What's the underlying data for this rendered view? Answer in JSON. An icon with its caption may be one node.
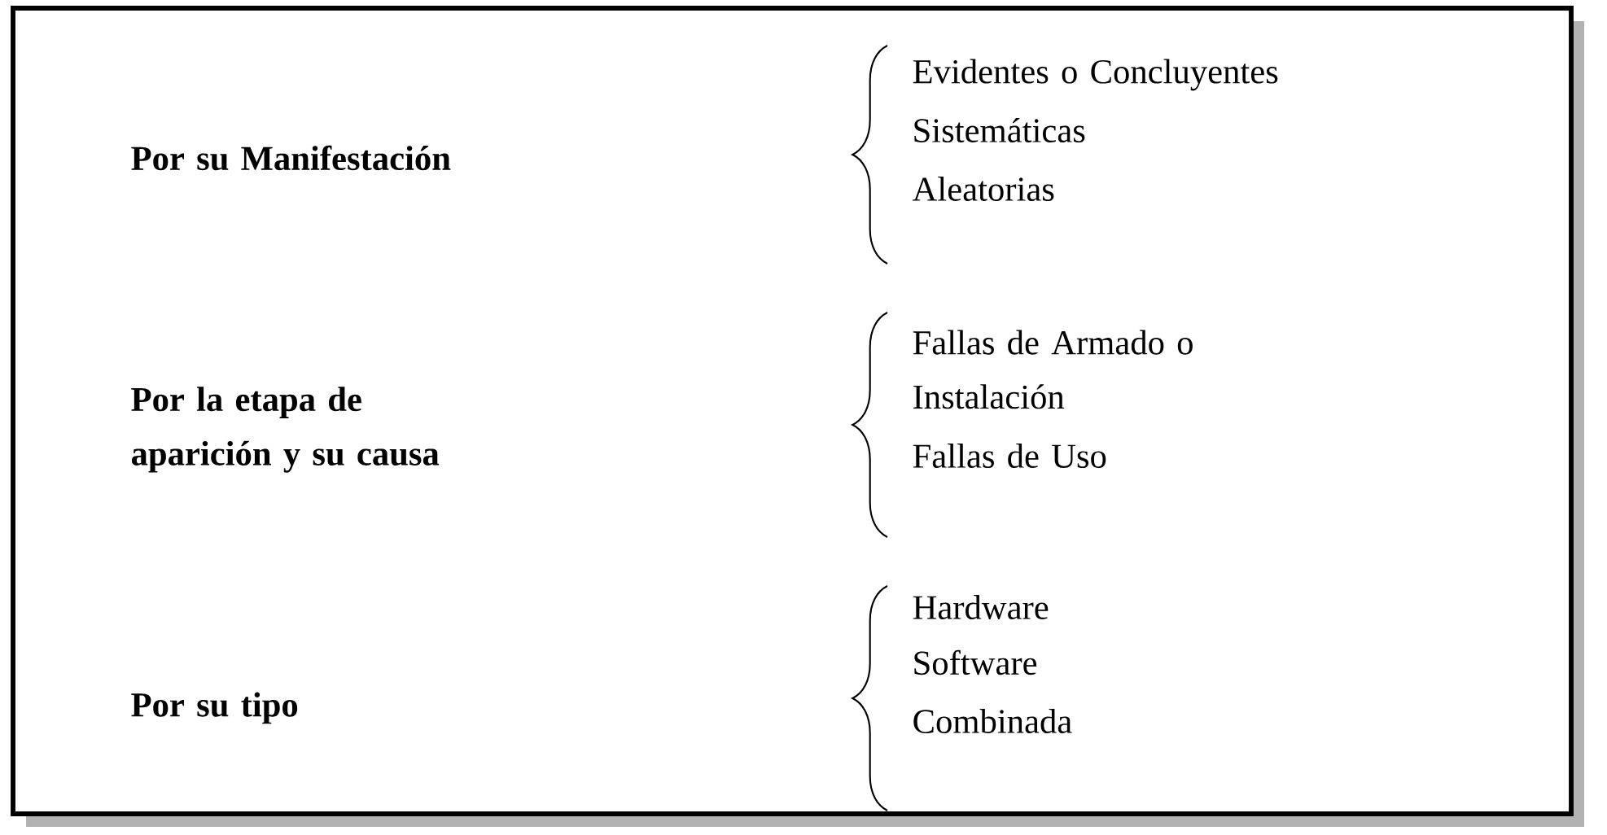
{
  "diagram": {
    "labels": [
      "Por su Manifestación",
      "Evidentes o Concluyentes",
      "Sistemáticas",
      "Aleatorias",
      "Por la etapa de aparición y su causa",
      "Fallas de Armado o Instalación",
      "Fallas de Uso",
      "Por su tipo",
      "Hardware",
      "Software",
      "Combinada"
    ]
  }
}
